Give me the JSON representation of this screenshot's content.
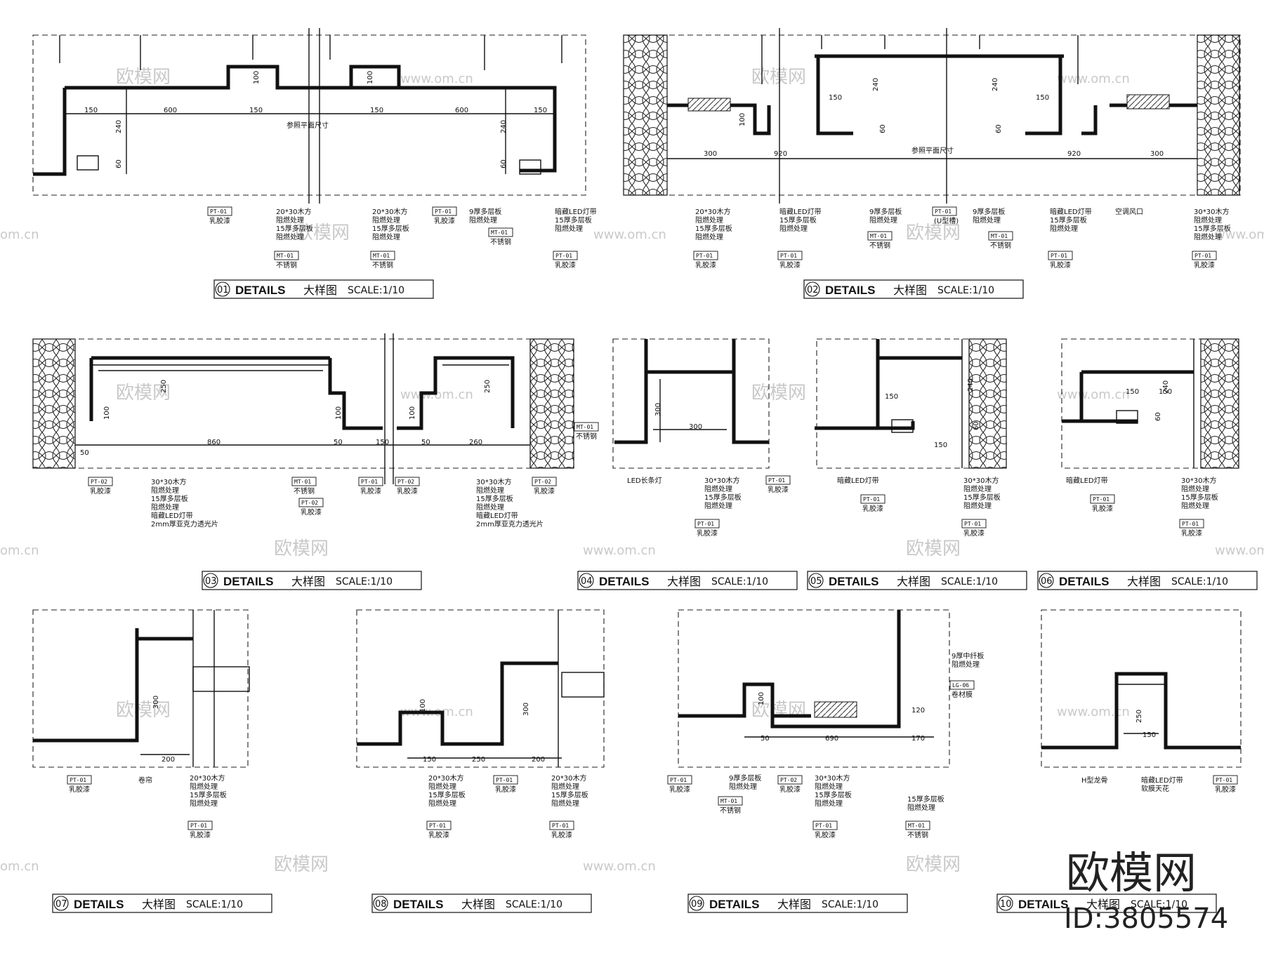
{
  "watermark": {
    "brand_cn": "欧模网",
    "site": "www.om.cn",
    "site_short": "om.cn",
    "id_label": "ID:3805574"
  },
  "title_common": {
    "details": "DETAILS",
    "cn": "大样图",
    "scale": "SCALE:1/10"
  },
  "details": [
    {
      "no": "01",
      "dims": [
        "150",
        "600",
        "150",
        "150",
        "600",
        "150",
        "240",
        "60",
        "100",
        "100",
        "240",
        "60"
      ],
      "note": "参照平面尺寸",
      "labels": [
        {
          "tag": "PT-01",
          "text": [
            "乳胶漆"
          ]
        },
        {
          "tag": "",
          "text": [
            "20*30木方",
            "阻燃处理",
            "15厚多层板",
            "阻燃处理"
          ]
        },
        {
          "tag": "MT-01",
          "text": [
            "不锈钢"
          ]
        },
        {
          "tag": "",
          "text": [
            "20*30木方",
            "阻燃处理",
            "15厚多层板",
            "阻燃处理"
          ]
        },
        {
          "tag": "MT-01",
          "text": [
            "不锈钢"
          ]
        },
        {
          "tag": "PT-01",
          "text": [
            "乳胶漆"
          ]
        },
        {
          "tag": "",
          "text": [
            "9厚多层板",
            "阻燃处理"
          ]
        },
        {
          "tag": "MT-01",
          "text": [
            "不锈钢"
          ]
        },
        {
          "tag": "",
          "text": [
            "暗藏LED灯带",
            "15厚多层板",
            "阻燃处理"
          ]
        },
        {
          "tag": "PT-01",
          "text": [
            "乳胶漆"
          ]
        }
      ]
    },
    {
      "no": "02",
      "dims": [
        "300",
        "920",
        "150",
        "240",
        "60",
        "100",
        "240",
        "150",
        "60",
        "920",
        "300"
      ],
      "note": "参照平面尺寸",
      "labels": [
        {
          "tag": "",
          "text": [
            "20*30木方",
            "阻燃处理",
            "15厚多层板",
            "阻燃处理"
          ]
        },
        {
          "tag": "PT-01",
          "text": [
            "乳胶漆"
          ]
        },
        {
          "tag": "",
          "text": [
            "暗藏LED灯带",
            "15厚多层板",
            "阻燃处理"
          ]
        },
        {
          "tag": "PT-01",
          "text": [
            "乳胶漆"
          ]
        },
        {
          "tag": "",
          "text": [
            "9厚多层板",
            "阻燃处理"
          ]
        },
        {
          "tag": "MT-01",
          "text": [
            "不锈钢"
          ]
        },
        {
          "tag": "PT-01",
          "text": [
            "(U型槽)"
          ]
        },
        {
          "tag": "",
          "text": [
            "9厚多层板",
            "阻燃处理"
          ]
        },
        {
          "tag": "MT-01",
          "text": [
            "不锈钢"
          ]
        },
        {
          "tag": "",
          "text": [
            "暗藏LED灯带",
            "15厚多层板",
            "阻燃处理"
          ]
        },
        {
          "tag": "PT-01",
          "text": [
            "乳胶漆"
          ]
        },
        {
          "tag": "",
          "text": [
            "空调风口"
          ]
        },
        {
          "tag": "",
          "text": [
            "30*30木方",
            "阻燃处理",
            "15厚多层板",
            "阻燃处理"
          ]
        },
        {
          "tag": "PT-01",
          "text": [
            "乳胶漆"
          ]
        }
      ]
    },
    {
      "no": "03",
      "dims": [
        "50",
        "860",
        "50",
        "150",
        "50",
        "260",
        "100",
        "250",
        "100",
        "100",
        "250"
      ],
      "labels": [
        {
          "tag": "PT-02",
          "text": [
            "乳胶漆"
          ]
        },
        {
          "tag": "",
          "text": [
            "30*30木方",
            "阻燃处理",
            "15厚多层板",
            "阻燃处理",
            "暗藏LED灯带",
            "2mm厚亚克力透光片"
          ]
        },
        {
          "tag": "MT-01",
          "text": [
            "不锈钢"
          ]
        },
        {
          "tag": "PT-02",
          "text": [
            "乳胶漆"
          ]
        },
        {
          "tag": "PT-01",
          "text": [
            "乳胶漆"
          ]
        },
        {
          "tag": "PT-02",
          "text": [
            "乳胶漆"
          ]
        },
        {
          "tag": "",
          "text": [
            "30*30木方",
            "阻燃处理",
            "15厚多层板",
            "阻燃处理",
            "暗藏LED灯带",
            "2mm厚亚克力透光片"
          ]
        },
        {
          "tag": "PT-02",
          "text": [
            "乳胶漆"
          ]
        },
        {
          "tag": "MT-01",
          "text": [
            "不锈钢"
          ]
        }
      ]
    },
    {
      "no": "04",
      "dims": [
        "300",
        "300"
      ],
      "labels": [
        {
          "tag": "",
          "text": [
            "LED长条灯"
          ]
        },
        {
          "tag": "",
          "text": [
            "30*30木方",
            "阻燃处理",
            "15厚多层板",
            "阻燃处理"
          ]
        },
        {
          "tag": "PT-01",
          "text": [
            "乳胶漆"
          ]
        },
        {
          "tag": "PT-01",
          "text": [
            "乳胶漆"
          ]
        }
      ]
    },
    {
      "no": "05",
      "dims": [
        "150",
        "240",
        "60",
        "150"
      ],
      "labels": [
        {
          "tag": "",
          "text": [
            "暗藏LED灯带"
          ]
        },
        {
          "tag": "PT-01",
          "text": [
            "乳胶漆"
          ]
        },
        {
          "tag": "",
          "text": [
            "30*30木方",
            "阻燃处理",
            "15厚多层板",
            "阻燃处理"
          ]
        },
        {
          "tag": "PT-01",
          "text": [
            "乳胶漆"
          ]
        }
      ]
    },
    {
      "no": "06",
      "dims": [
        "150",
        "150",
        "240",
        "60"
      ],
      "labels": [
        {
          "tag": "",
          "text": [
            "暗藏LED灯带"
          ]
        },
        {
          "tag": "PT-01",
          "text": [
            "乳胶漆"
          ]
        },
        {
          "tag": "",
          "text": [
            "30*30木方",
            "阻燃处理",
            "15厚多层板",
            "阻燃处理"
          ]
        },
        {
          "tag": "PT-01",
          "text": [
            "乳胶漆"
          ]
        }
      ]
    },
    {
      "no": "07",
      "dims": [
        "300",
        "200"
      ],
      "labels": [
        {
          "tag": "PT-01",
          "text": [
            "乳胶漆"
          ]
        },
        {
          "tag": "",
          "text": [
            "卷帘"
          ]
        },
        {
          "tag": "",
          "text": [
            "20*30木方",
            "阻燃处理",
            "15厚多层板",
            "阻燃处理"
          ]
        },
        {
          "tag": "PT-01",
          "text": [
            "乳胶漆"
          ]
        }
      ]
    },
    {
      "no": "08",
      "dims": [
        "100",
        "300",
        "150",
        "250",
        "200"
      ],
      "labels": [
        {
          "tag": "",
          "text": [
            "20*30木方",
            "阻燃处理",
            "15厚多层板",
            "阻燃处理"
          ]
        },
        {
          "tag": "PT-01",
          "text": [
            "乳胶漆"
          ]
        },
        {
          "tag": "PT-01",
          "text": [
            "乳胶漆"
          ]
        },
        {
          "tag": "",
          "text": [
            "20*30木方",
            "阻燃处理",
            "15厚多层板",
            "阻燃处理"
          ]
        },
        {
          "tag": "PT-01",
          "text": [
            "乳胶漆"
          ]
        }
      ]
    },
    {
      "no": "09",
      "dims": [
        "100",
        "50",
        "690",
        "120",
        "170"
      ],
      "labels": [
        {
          "tag": "PT-01",
          "text": [
            "乳胶漆"
          ]
        },
        {
          "tag": "",
          "text": [
            "9厚多层板",
            "阻燃处理"
          ]
        },
        {
          "tag": "MT-01",
          "text": [
            "不锈钢"
          ]
        },
        {
          "tag": "PT-02",
          "text": [
            "乳胶漆"
          ]
        },
        {
          "tag": "",
          "text": [
            "30*30木方",
            "阻燃处理",
            "15厚多层板",
            "阻燃处理"
          ]
        },
        {
          "tag": "PT-01",
          "text": [
            "乳胶漆"
          ]
        },
        {
          "tag": "",
          "text": [
            "9厚中纤板",
            "阻燃处理"
          ]
        },
        {
          "tag": "LG-06",
          "text": [
            "卷材膜"
          ]
        },
        {
          "tag": "",
          "text": [
            "15厚多层板",
            "阻燃处理"
          ]
        },
        {
          "tag": "MT-01",
          "text": [
            "不锈钢"
          ]
        }
      ]
    },
    {
      "no": "10",
      "dims": [
        "250",
        "150"
      ],
      "labels": [
        {
          "tag": "",
          "text": [
            "H型龙骨"
          ]
        },
        {
          "tag": "",
          "text": [
            "暗藏LED灯带",
            "软膜天花"
          ]
        },
        {
          "tag": "PT-01",
          "text": [
            "乳胶漆"
          ]
        }
      ]
    }
  ]
}
